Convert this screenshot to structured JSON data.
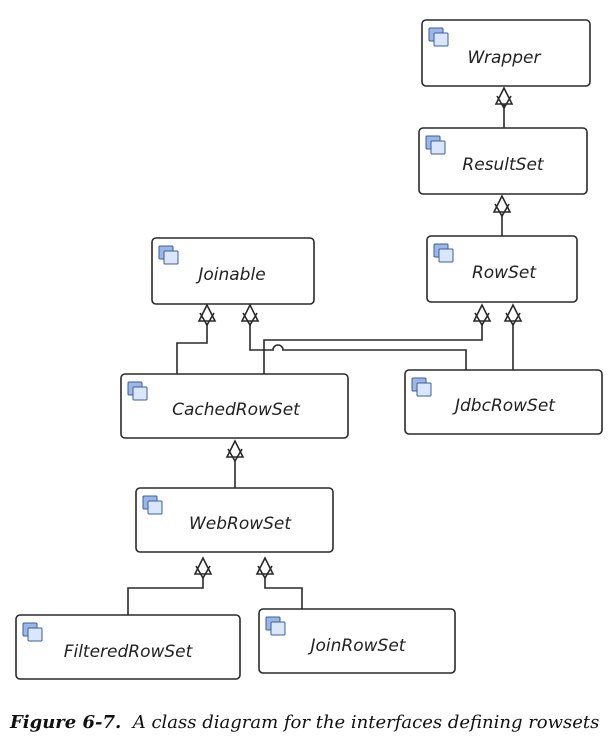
{
  "diagram": {
    "boxes": {
      "wrapper": "Wrapper",
      "resultset": "ResultSet",
      "rowset": "RowSet",
      "joinable": "Joinable",
      "cachedrowset": "CachedRowSet",
      "jdbcrowset": "JdbcRowSet",
      "webrowset": "WebRowSet",
      "filteredrowset": "FilteredRowSet",
      "joinrowset": "JoinRowSet"
    },
    "icon": "interface-icon",
    "relationships": [
      {
        "from": "resultset",
        "to": "wrapper",
        "type": "generalization"
      },
      {
        "from": "rowset",
        "to": "resultset",
        "type": "generalization"
      },
      {
        "from": "cachedrowset",
        "to": "joinable",
        "type": "generalization"
      },
      {
        "from": "cachedrowset",
        "to": "rowset",
        "type": "generalization"
      },
      {
        "from": "jdbcrowset",
        "to": "joinable",
        "type": "generalization"
      },
      {
        "from": "jdbcrowset",
        "to": "rowset",
        "type": "generalization"
      },
      {
        "from": "webrowset",
        "to": "cachedrowset",
        "type": "generalization"
      },
      {
        "from": "filteredrowset",
        "to": "webrowset",
        "type": "generalization"
      },
      {
        "from": "joinrowset",
        "to": "webrowset",
        "type": "generalization"
      }
    ]
  },
  "caption": {
    "number": "Figure 6-7.",
    "text": "A class diagram for the interfaces defining rowsets"
  }
}
